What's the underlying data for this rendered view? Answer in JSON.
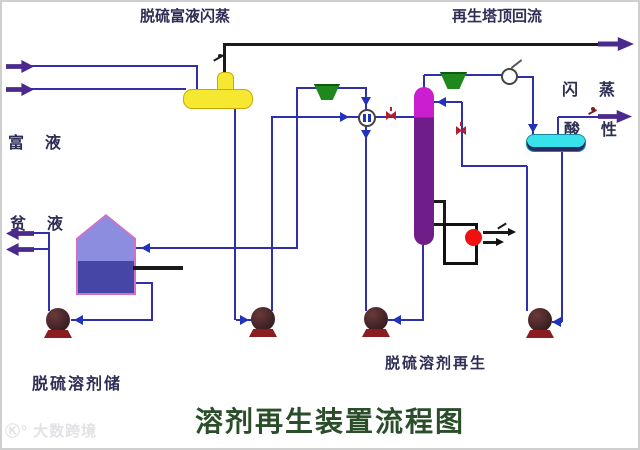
{
  "diagram": {
    "title": "溶剂再生装置流程图",
    "watermark": "Ⓚ° 大数跨境"
  },
  "labels": {
    "top_left": "脱硫富液闪蒸",
    "top_right": "再生塔顶回流",
    "rich_liquid": "富  液",
    "lean_liquid": "贫  液",
    "flash": "闪  蒸",
    "acid": "酸  性",
    "storage_tank": "脱硫溶剂储",
    "regeneration": "脱硫溶剂再生"
  },
  "equipment": [
    {
      "name": "flash-drum",
      "shape": "yellow T-vessel"
    },
    {
      "name": "solvent-storage-tank",
      "shape": "house tank, light top / dark bottom"
    },
    {
      "name": "regenerator-column",
      "shape": "vertical purple column"
    },
    {
      "name": "reflux-drum",
      "shape": "horizontal cyan drum"
    },
    {
      "name": "lean-rich-exchanger",
      "shape": "circle with cross flows"
    },
    {
      "name": "overhead-instrument",
      "shape": "circle with flag"
    },
    {
      "name": "cooler-funnel-1",
      "shape": "green trapezoid"
    },
    {
      "name": "cooler-funnel-2",
      "shape": "green trapezoid"
    },
    {
      "name": "reboiler",
      "shape": "black loop with red circle"
    },
    {
      "name": "pump-1",
      "shape": "maroon pump"
    },
    {
      "name": "pump-2",
      "shape": "maroon pump"
    },
    {
      "name": "pump-3",
      "shape": "maroon pump"
    },
    {
      "name": "pump-4",
      "shape": "maroon pump"
    }
  ],
  "colors": {
    "pipe_blue": "#3030a8",
    "pipe_black": "#1a1a1a",
    "arrow_purple": "#4b2a8e",
    "flash_drum_yellow": "#f6e830",
    "column_magenta": "#cb1ecf",
    "column_purple": "#6f1d89",
    "tank_light": "#8d8de0",
    "tank_dark": "#4646a6",
    "tank_outline_pink": "#d070c8",
    "reflux_drum_cyan": "#38e2ea",
    "funnel_green": "#1e881e",
    "pump_body": "#43242a",
    "pump_base": "#8b1c20",
    "reboiler_red": "#f01010",
    "valve_red": "#b02030",
    "title_green": "#2a4d2a",
    "label_navy": "#2d2d55"
  }
}
